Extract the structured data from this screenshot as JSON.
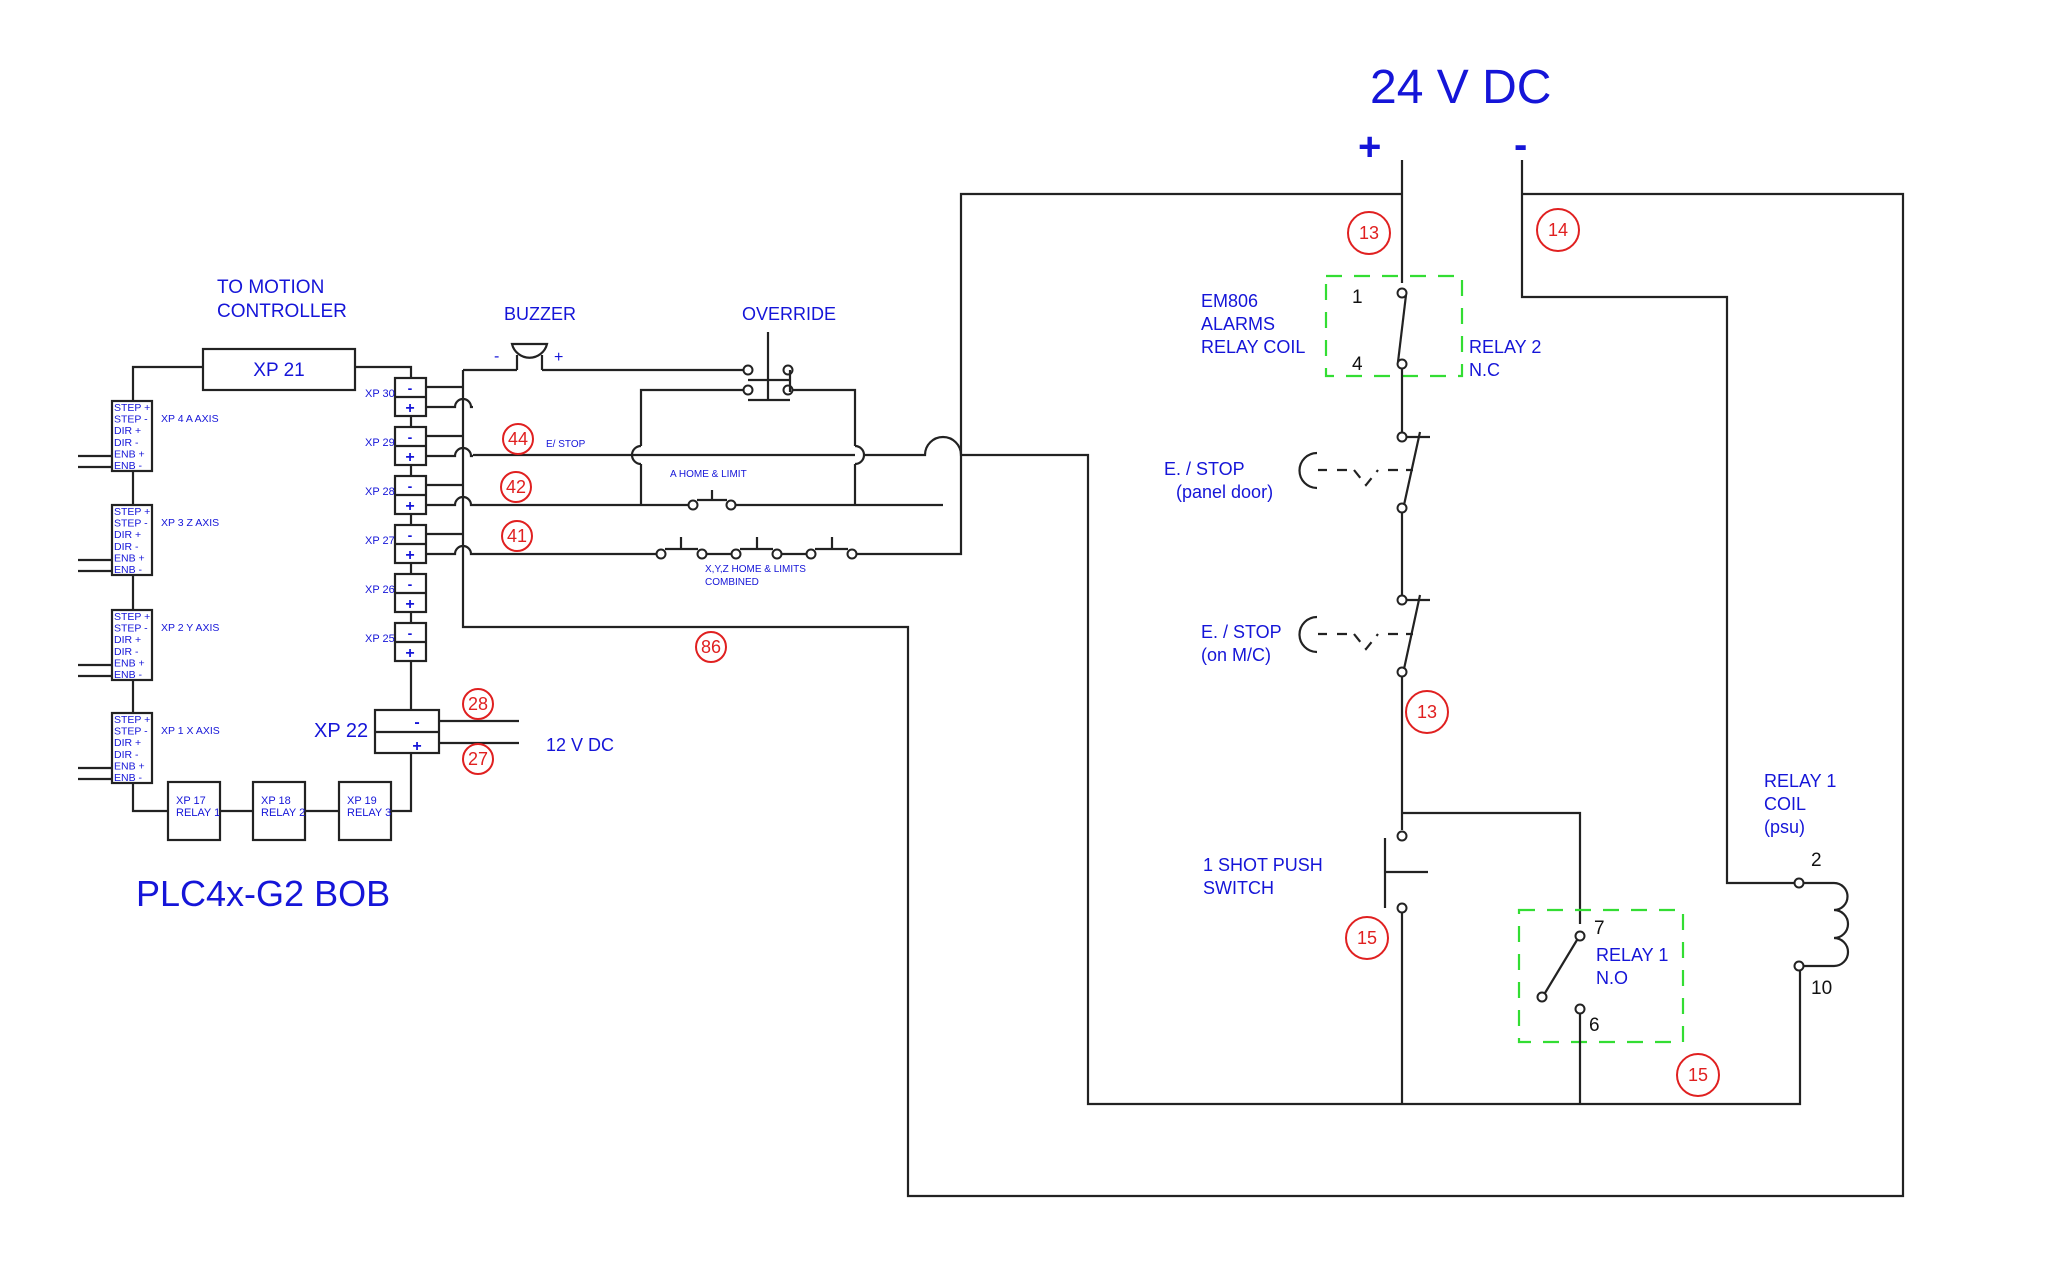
{
  "diagram": {
    "title_24v": "24 V DC",
    "plus_sign": "+",
    "minus_sign": "-",
    "to_motion_controller": [
      "TO MOTION",
      "CONTROLLER"
    ],
    "board_name": "PLC4x-G2   BOB",
    "xp21": "XP 21",
    "xp22": "XP 22",
    "supply_12v": "12 V DC",
    "axis_blocks": [
      {
        "id": "XP 4",
        "axis": "A  AXIS"
      },
      {
        "id": "XP 3",
        "axis": "Z  AXIS"
      },
      {
        "id": "XP 2",
        "axis": "Y  AXIS"
      },
      {
        "id": "XP 1",
        "axis": "X  AXIS"
      }
    ],
    "axis_pins": [
      "STEP +",
      "STEP -",
      "DIR    +",
      "DIR    -",
      "ENB   +",
      "ENB   -"
    ],
    "io_terminals": [
      "XP 30",
      "XP 29",
      "XP 28",
      "XP 27",
      "XP 26",
      "XP 25"
    ],
    "relay_outputs": [
      {
        "id": "XP 17",
        "name": "RELAY 1"
      },
      {
        "id": "XP 18",
        "name": "RELAY 2"
      },
      {
        "id": "XP 19",
        "name": "RELAY 3"
      }
    ],
    "buzzer": "BUZZER",
    "override": "OVERRIDE",
    "estop_line": "E/ STOP",
    "a_home_limit": "A   HOME  & LIMIT",
    "xyz_home_limits": [
      "X,Y,Z HOME & LIMITS",
      "COMBINED"
    ],
    "em806": [
      "EM806",
      "ALARMS",
      "RELAY COIL"
    ],
    "relay2": [
      "RELAY  2",
      "N.C"
    ],
    "relay2_pins": [
      "1",
      "4"
    ],
    "estop_panel": [
      "E. / STOP",
      "(panel door)"
    ],
    "estop_mc": [
      "E. / STOP",
      "(on M/C)"
    ],
    "one_shot": [
      "1   SHOT PUSH",
      "SWITCH"
    ],
    "relay1_no": [
      "RELAY  1",
      "N.O"
    ],
    "relay1_no_pins": [
      "7",
      "6"
    ],
    "relay1_coil": [
      "RELAY  1",
      "COIL",
      "(psu)"
    ],
    "relay1_coil_pins": [
      "2",
      "10"
    ],
    "wire_tags": {
      "w13_top": "13",
      "w14": "14",
      "w13_mid": "13",
      "w15_left": "15",
      "w15_bottom": "15",
      "w44": "44",
      "w42": "42",
      "w41": "41",
      "w86": "86",
      "w28": "28",
      "w27": "27"
    },
    "colors": {
      "label": "#1515d8",
      "wire_tag": "#e02020",
      "relay_box": "#33dd33",
      "wire": "#222222"
    }
  }
}
